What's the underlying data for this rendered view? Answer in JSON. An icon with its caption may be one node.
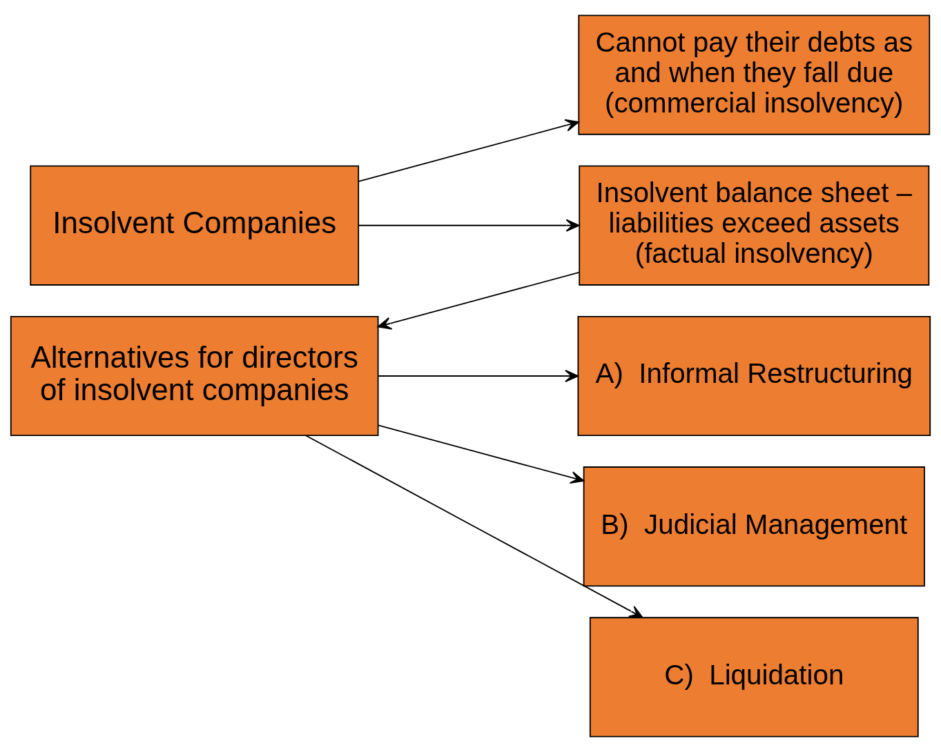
{
  "diagram": {
    "nodes": [
      {
        "text": [
          "Insolvent Companies"
        ]
      },
      {
        "text": [
          "Cannot pay their debts as and when they fall due (commercial insolvency)"
        ]
      },
      {
        "text": [
          "Insolvent balance sheet – liabilities exceed assets (factual insolvency)"
        ]
      },
      {
        "text": [
          "Alternatives for directors of insolvent companies"
        ]
      },
      {
        "text": [
          "A)  Informal Restructuring"
        ]
      },
      {
        "text": [
          "B)  Judicial Management"
        ]
      },
      {
        "text": [
          "C)  Liquidation"
        ]
      }
    ],
    "edges": [
      {
        "from": 0,
        "to": 1,
        "arrow": "to"
      },
      {
        "from": 0,
        "to": 2,
        "arrow": "to"
      },
      {
        "from": 2,
        "to": 3,
        "arrow": "to"
      },
      {
        "from": 3,
        "to": 4,
        "arrow": "to"
      },
      {
        "from": 3,
        "to": 5,
        "arrow": "to"
      },
      {
        "from": 3,
        "to": 6,
        "arrow": "to"
      }
    ]
  }
}
